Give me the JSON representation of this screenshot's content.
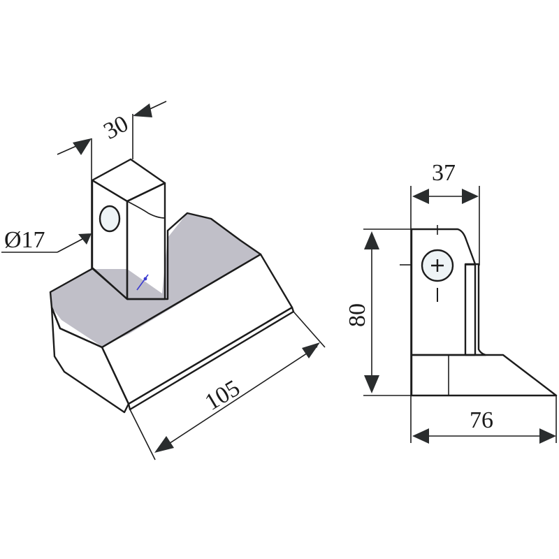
{
  "drawing": {
    "type": "technical-part-drawing",
    "colors": {
      "background": "#ffffff",
      "face_dark": "#aeadb6",
      "face_mid": "#c3c2ca",
      "face_light": "#dcdce2",
      "face_lightest": "#e6e6ea",
      "hole_fill": "#eef4f6",
      "line": "#1c1c1c",
      "arrow": "#2a2d2e",
      "annotation_blue": "#3b3bd0"
    },
    "isometric_view": {
      "dimensions": {
        "pin_width": "30",
        "hole_diameter": "Ø17",
        "blade_length": "105"
      }
    },
    "side_view": {
      "dimensions": {
        "pin_depth": "37",
        "height": "80",
        "base_width": "76"
      }
    }
  }
}
